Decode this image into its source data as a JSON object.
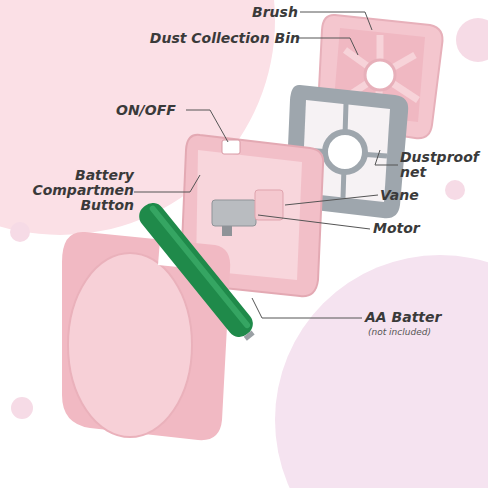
{
  "diagram": {
    "labels": [
      "Brush",
      "Dust Collection Bin",
      "ON/OFF",
      "Battery Compartmen Button",
      "Dustproof net",
      "Vane",
      "Motor",
      "AA Batter",
      "(not included)"
    ]
  }
}
